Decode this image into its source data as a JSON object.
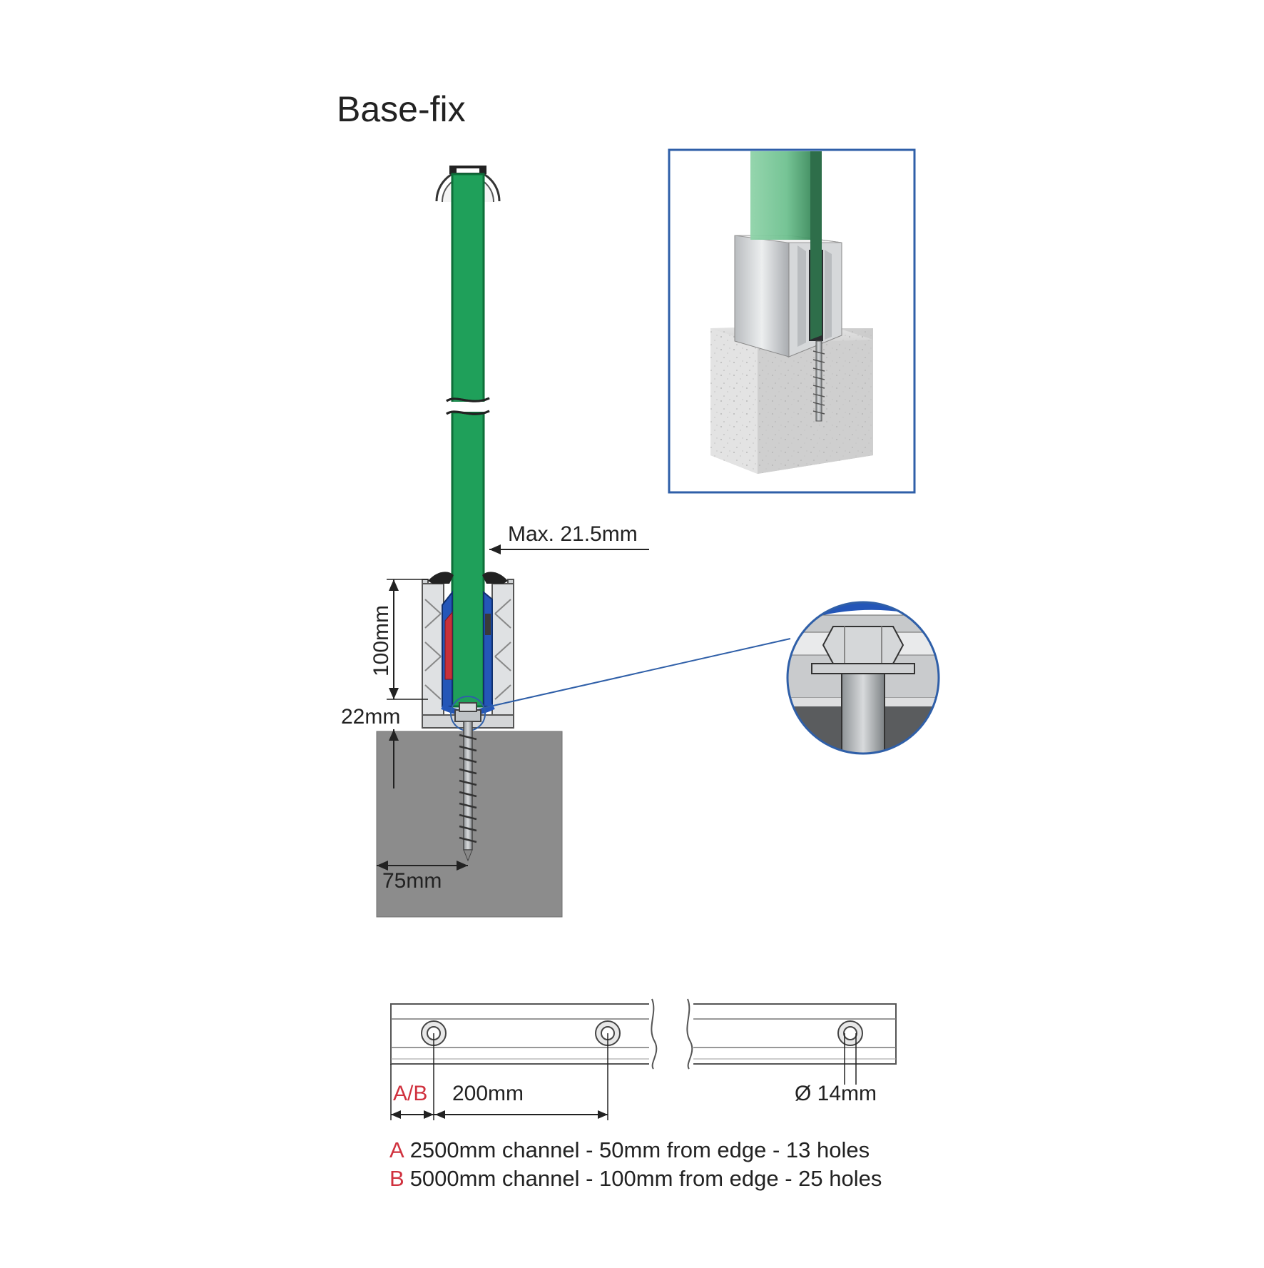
{
  "title": "Base-fix",
  "dimensions": {
    "glass_max": "Max. 21.5mm",
    "profile_height": "100mm",
    "base_height": "22mm",
    "screw_offset": "75mm"
  },
  "channel": {
    "edge_label": "A/B",
    "spacing": "200mm",
    "hole_diameter": "Ø 14mm"
  },
  "specs": [
    {
      "letter": "A",
      "text": "2500mm channel - 50mm from edge - 13 holes"
    },
    {
      "letter": "B",
      "text": "5000mm channel - 100mm from edge - 25 holes"
    }
  ],
  "colors": {
    "glass": "#1fa05a",
    "glass_edge": "#0d6f39",
    "gasket_blue": "#2456b8",
    "gasket_red": "#c8303a",
    "frame_blue": "#2f5fa8",
    "accent_red": "#d0313e",
    "concrete": "#8c8c8c"
  }
}
